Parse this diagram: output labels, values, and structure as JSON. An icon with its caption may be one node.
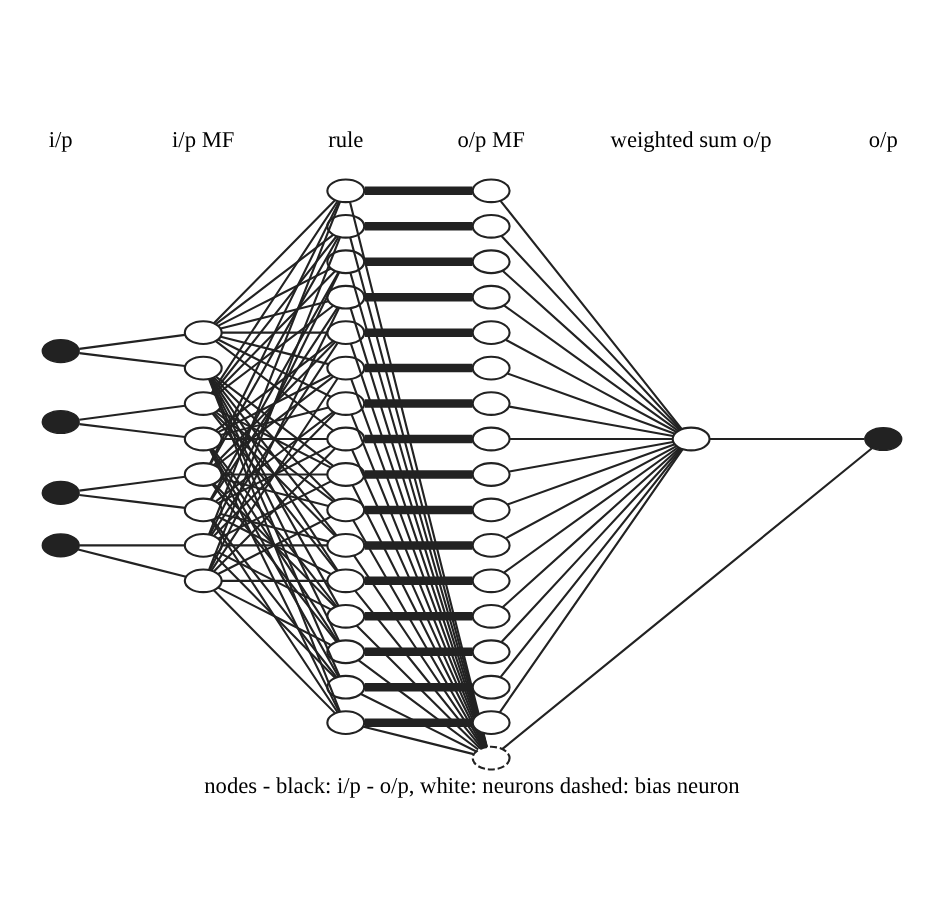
{
  "diagram": {
    "caption": "nodes - black: i/p - o/p, white: neurons dashed: bias neuron",
    "nodes": [
      {
        "text": [],
        "shape": "circle"
      },
      {
        "text": [],
        "shape": "circle"
      },
      {
        "text": [],
        "shape": "circle"
      },
      {
        "text": [],
        "shape": "circle"
      },
      {
        "text": [],
        "shape": "circle"
      },
      {
        "text": [],
        "shape": "circle"
      },
      {
        "text": [],
        "shape": "circle"
      },
      {
        "text": [],
        "shape": "circle"
      },
      {
        "text": [],
        "shape": "circle"
      },
      {
        "text": [],
        "shape": "circle"
      },
      {
        "text": [],
        "shape": "circle"
      },
      {
        "text": [],
        "shape": "circle"
      },
      {
        "text": [],
        "shape": "circle"
      },
      {
        "text": [],
        "shape": "circle"
      },
      {
        "text": [],
        "shape": "circle"
      },
      {
        "text": [],
        "shape": "circle"
      },
      {
        "text": [],
        "shape": "circle"
      },
      {
        "text": [],
        "shape": "circle"
      },
      {
        "text": [],
        "shape": "circle"
      },
      {
        "text": [],
        "shape": "circle"
      },
      {
        "text": [],
        "shape": "circle"
      },
      {
        "text": [],
        "shape": "circle"
      },
      {
        "text": [],
        "shape": "circle"
      },
      {
        "text": [],
        "shape": "circle"
      },
      {
        "text": [],
        "shape": "circle"
      },
      {
        "text": [],
        "shape": "circle"
      },
      {
        "text": [],
        "shape": "circle"
      },
      {
        "text": [],
        "shape": "circle"
      },
      {
        "text": [],
        "shape": "circle"
      },
      {
        "text": [],
        "shape": "circle"
      },
      {
        "text": [],
        "shape": "circle"
      },
      {
        "text": [],
        "shape": "circle"
      },
      {
        "text": [],
        "shape": "circle"
      },
      {
        "text": [],
        "shape": "circle"
      },
      {
        "text": [],
        "shape": "circle"
      },
      {
        "text": [],
        "shape": "circle"
      },
      {
        "text": [],
        "shape": "circle"
      },
      {
        "text": [],
        "shape": "circle"
      },
      {
        "text": [],
        "shape": "circle"
      },
      {
        "text": [],
        "shape": "circle"
      },
      {
        "text": [],
        "shape": "circle"
      },
      {
        "text": [],
        "shape": "circle"
      },
      {
        "text": [],
        "shape": "circle"
      },
      {
        "text": [],
        "shape": "circle"
      },
      {
        "text": [],
        "shape": "circle"
      },
      {
        "text": [],
        "shape": "circle"
      },
      {
        "text": [],
        "shape": "circle"
      }
    ],
    "edges": [
      {
        "from": 0,
        "to": 4,
        "arrow": "none"
      },
      {
        "from": 0,
        "to": 5,
        "arrow": "none"
      },
      {
        "from": 1,
        "to": 6,
        "arrow": "none"
      },
      {
        "from": 1,
        "to": 7,
        "arrow": "none"
      },
      {
        "from": 2,
        "to": 8,
        "arrow": "none"
      },
      {
        "from": 2,
        "to": 9,
        "arrow": "none"
      },
      {
        "from": 3,
        "to": 10,
        "arrow": "none"
      },
      {
        "from": 3,
        "to": 11,
        "arrow": "none"
      },
      {
        "from": 4,
        "to": 12,
        "arrow": "none"
      },
      {
        "from": 6,
        "to": 12,
        "arrow": "none"
      },
      {
        "from": 8,
        "to": 12,
        "arrow": "none"
      },
      {
        "from": 10,
        "to": 12,
        "arrow": "none"
      },
      {
        "from": 4,
        "to": 13,
        "arrow": "none"
      },
      {
        "from": 6,
        "to": 13,
        "arrow": "none"
      },
      {
        "from": 8,
        "to": 13,
        "arrow": "none"
      },
      {
        "from": 11,
        "to": 13,
        "arrow": "none"
      },
      {
        "from": 4,
        "to": 14,
        "arrow": "none"
      },
      {
        "from": 6,
        "to": 14,
        "arrow": "none"
      },
      {
        "from": 9,
        "to": 14,
        "arrow": "none"
      },
      {
        "from": 10,
        "to": 14,
        "arrow": "none"
      },
      {
        "from": 4,
        "to": 15,
        "arrow": "none"
      },
      {
        "from": 6,
        "to": 15,
        "arrow": "none"
      },
      {
        "from": 9,
        "to": 15,
        "arrow": "none"
      },
      {
        "from": 11,
        "to": 15,
        "arrow": "none"
      },
      {
        "from": 4,
        "to": 16,
        "arrow": "none"
      },
      {
        "from": 7,
        "to": 16,
        "arrow": "none"
      },
      {
        "from": 8,
        "to": 16,
        "arrow": "none"
      },
      {
        "from": 10,
        "to": 16,
        "arrow": "none"
      },
      {
        "from": 4,
        "to": 17,
        "arrow": "none"
      },
      {
        "from": 7,
        "to": 17,
        "arrow": "none"
      },
      {
        "from": 8,
        "to": 17,
        "arrow": "none"
      },
      {
        "from": 11,
        "to": 17,
        "arrow": "none"
      },
      {
        "from": 4,
        "to": 18,
        "arrow": "none"
      },
      {
        "from": 7,
        "to": 18,
        "arrow": "none"
      },
      {
        "from": 9,
        "to": 18,
        "arrow": "none"
      },
      {
        "from": 10,
        "to": 18,
        "arrow": "none"
      },
      {
        "from": 4,
        "to": 19,
        "arrow": "none"
      },
      {
        "from": 7,
        "to": 19,
        "arrow": "none"
      },
      {
        "from": 9,
        "to": 19,
        "arrow": "none"
      },
      {
        "from": 11,
        "to": 19,
        "arrow": "none"
      },
      {
        "from": 5,
        "to": 20,
        "arrow": "none"
      },
      {
        "from": 6,
        "to": 20,
        "arrow": "none"
      },
      {
        "from": 8,
        "to": 20,
        "arrow": "none"
      },
      {
        "from": 10,
        "to": 20,
        "arrow": "none"
      },
      {
        "from": 5,
        "to": 21,
        "arrow": "none"
      },
      {
        "from": 6,
        "to": 21,
        "arrow": "none"
      },
      {
        "from": 8,
        "to": 21,
        "arrow": "none"
      },
      {
        "from": 11,
        "to": 21,
        "arrow": "none"
      },
      {
        "from": 5,
        "to": 22,
        "arrow": "none"
      },
      {
        "from": 6,
        "to": 22,
        "arrow": "none"
      },
      {
        "from": 9,
        "to": 22,
        "arrow": "none"
      },
      {
        "from": 10,
        "to": 22,
        "arrow": "none"
      },
      {
        "from": 5,
        "to": 23,
        "arrow": "none"
      },
      {
        "from": 6,
        "to": 23,
        "arrow": "none"
      },
      {
        "from": 9,
        "to": 23,
        "arrow": "none"
      },
      {
        "from": 11,
        "to": 23,
        "arrow": "none"
      },
      {
        "from": 5,
        "to": 24,
        "arrow": "none"
      },
      {
        "from": 7,
        "to": 24,
        "arrow": "none"
      },
      {
        "from": 8,
        "to": 24,
        "arrow": "none"
      },
      {
        "from": 10,
        "to": 24,
        "arrow": "none"
      },
      {
        "from": 5,
        "to": 25,
        "arrow": "none"
      },
      {
        "from": 7,
        "to": 25,
        "arrow": "none"
      },
      {
        "from": 8,
        "to": 25,
        "arrow": "none"
      },
      {
        "from": 11,
        "to": 25,
        "arrow": "none"
      },
      {
        "from": 5,
        "to": 26,
        "arrow": "none"
      },
      {
        "from": 7,
        "to": 26,
        "arrow": "none"
      },
      {
        "from": 9,
        "to": 26,
        "arrow": "none"
      },
      {
        "from": 10,
        "to": 26,
        "arrow": "none"
      },
      {
        "from": 5,
        "to": 27,
        "arrow": "none"
      },
      {
        "from": 7,
        "to": 27,
        "arrow": "none"
      },
      {
        "from": 9,
        "to": 27,
        "arrow": "none"
      },
      {
        "from": 11,
        "to": 27,
        "arrow": "none"
      },
      {
        "from": 12,
        "to": 28,
        "arrow": "none",
        "style": "thick"
      },
      {
        "from": 13,
        "to": 29,
        "arrow": "none",
        "style": "thick"
      },
      {
        "from": 14,
        "to": 30,
        "arrow": "none",
        "style": "thick"
      },
      {
        "from": 15,
        "to": 31,
        "arrow": "none",
        "style": "thick"
      },
      {
        "from": 16,
        "to": 32,
        "arrow": "none",
        "style": "thick"
      },
      {
        "from": 17,
        "to": 33,
        "arrow": "none",
        "style": "thick"
      },
      {
        "from": 18,
        "to": 34,
        "arrow": "none",
        "style": "thick"
      },
      {
        "from": 19,
        "to": 35,
        "arrow": "none",
        "style": "thick"
      },
      {
        "from": 20,
        "to": 36,
        "arrow": "none",
        "style": "thick"
      },
      {
        "from": 21,
        "to": 37,
        "arrow": "none",
        "style": "thick"
      },
      {
        "from": 22,
        "to": 38,
        "arrow": "none",
        "style": "thick"
      },
      {
        "from": 23,
        "to": 39,
        "arrow": "none",
        "style": "thick"
      },
      {
        "from": 24,
        "to": 40,
        "arrow": "none",
        "style": "thick"
      },
      {
        "from": 25,
        "to": 41,
        "arrow": "none",
        "style": "thick"
      },
      {
        "from": 26,
        "to": 42,
        "arrow": "none",
        "style": "thick"
      },
      {
        "from": 27,
        "to": 43,
        "arrow": "none",
        "style": "thick"
      },
      {
        "from": 12,
        "to": 44,
        "arrow": "none"
      },
      {
        "from": 13,
        "to": 44,
        "arrow": "none"
      },
      {
        "from": 14,
        "to": 44,
        "arrow": "none"
      },
      {
        "from": 15,
        "to": 44,
        "arrow": "none"
      },
      {
        "from": 16,
        "to": 44,
        "arrow": "none"
      },
      {
        "from": 17,
        "to": 44,
        "arrow": "none"
      },
      {
        "from": 18,
        "to": 44,
        "arrow": "none"
      },
      {
        "from": 19,
        "to": 44,
        "arrow": "none"
      },
      {
        "from": 20,
        "to": 44,
        "arrow": "none"
      },
      {
        "from": 21,
        "to": 44,
        "arrow": "none"
      },
      {
        "from": 22,
        "to": 44,
        "arrow": "none"
      },
      {
        "from": 23,
        "to": 44,
        "arrow": "none"
      },
      {
        "from": 24,
        "to": 44,
        "arrow": "none"
      },
      {
        "from": 25,
        "to": 44,
        "arrow": "none"
      },
      {
        "from": 26,
        "to": 44,
        "arrow": "none"
      },
      {
        "from": 27,
        "to": 44,
        "arrow": "none"
      },
      {
        "from": 28,
        "to": 45,
        "arrow": "none"
      },
      {
        "from": 29,
        "to": 45,
        "arrow": "none"
      },
      {
        "from": 30,
        "to": 45,
        "arrow": "none"
      },
      {
        "from": 31,
        "to": 45,
        "arrow": "none"
      },
      {
        "from": 32,
        "to": 45,
        "arrow": "none"
      },
      {
        "from": 33,
        "to": 45,
        "arrow": "none"
      },
      {
        "from": 34,
        "to": 45,
        "arrow": "none"
      },
      {
        "from": 35,
        "to": 45,
        "arrow": "none"
      },
      {
        "from": 36,
        "to": 45,
        "arrow": "none"
      },
      {
        "from": 37,
        "to": 45,
        "arrow": "none"
      },
      {
        "from": 38,
        "to": 45,
        "arrow": "none"
      },
      {
        "from": 39,
        "to": 45,
        "arrow": "none"
      },
      {
        "from": 40,
        "to": 45,
        "arrow": "none"
      },
      {
        "from": 41,
        "to": 45,
        "arrow": "none"
      },
      {
        "from": 42,
        "to": 45,
        "arrow": "none"
      },
      {
        "from": 43,
        "to": 45,
        "arrow": "none"
      },
      {
        "from": 45,
        "to": 46,
        "arrow": "none"
      },
      {
        "from": 44,
        "to": 46,
        "arrow": "none"
      }
    ],
    "labels": [
      "i/p",
      "i/p MF",
      "rule",
      "o/p MF",
      "weighted sum o/p",
      "o/p"
    ]
  }
}
